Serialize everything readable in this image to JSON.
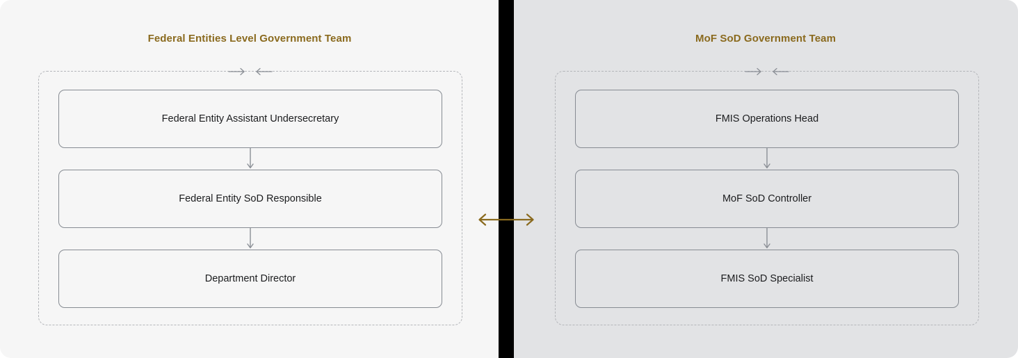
{
  "diagram": {
    "title_color": "#8a6a1e",
    "divider_color": "#000000",
    "node_border_color": "#868b92",
    "group_border_color": "#b4b6ba",
    "connector_color": "#8b8f96",
    "link_arrow_color": "#8a6a1e",
    "panels": [
      {
        "id": "federal-entities",
        "title": "Federal Entities Level Government Team",
        "background": "#f6f6f6",
        "nodes": [
          {
            "label": "Federal Entity Assistant Undersecretary"
          },
          {
            "label": "Federal Entity SoD Responsible"
          },
          {
            "label": "Department Director"
          }
        ]
      },
      {
        "id": "mof-sod",
        "title": "MoF SoD Government Team",
        "background": "#e2e3e5",
        "nodes": [
          {
            "label": "FMIS Operations Head"
          },
          {
            "label": "MoF SoD Controller"
          },
          {
            "label": "FMIS SoD Specialist"
          }
        ]
      }
    ]
  }
}
